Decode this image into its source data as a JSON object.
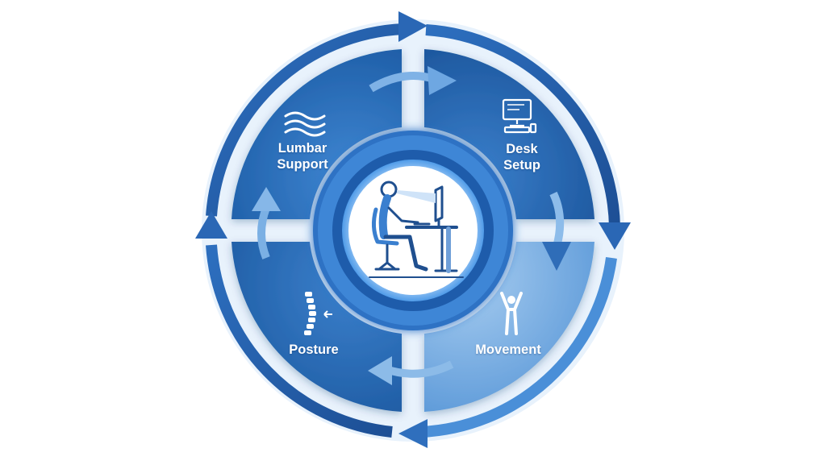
{
  "diagram": {
    "segments": [
      {
        "id": "lumbar",
        "lines": [
          "Lumbar",
          "Support"
        ],
        "icon": "waves-icon"
      },
      {
        "id": "desk",
        "lines": [
          "Desk",
          "Setup"
        ],
        "icon": "computer-icon"
      },
      {
        "id": "posture",
        "lines": [
          "Posture"
        ],
        "icon": "spine-icon"
      },
      {
        "id": "movement",
        "lines": [
          "Movement"
        ],
        "icon": "stretching-person-icon"
      }
    ],
    "center_icon": "person-at-desk-icon",
    "flow_direction": "clockwise"
  },
  "colors": {
    "dark_blue": "#1f5fa8",
    "mid_blue": "#2f73c0",
    "light_blue": "#7fb2e3",
    "ring_blue": "#3a7fcf",
    "white": "#ffffff"
  }
}
